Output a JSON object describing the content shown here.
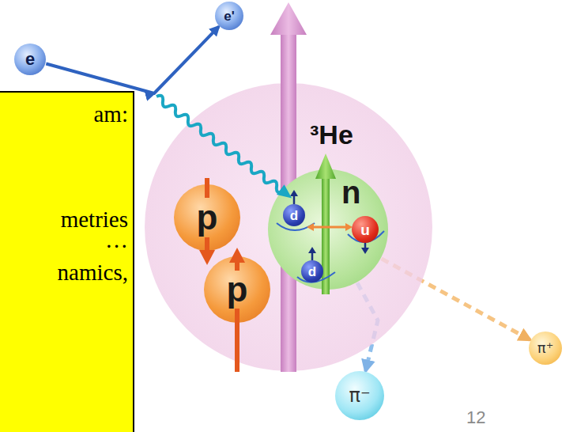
{
  "diagram": {
    "nodes": [
      {
        "text": [
          "am:",
          "metries",
          "…",
          "namics,"
        ]
      },
      {
        "text": [
          "e"
        ]
      },
      {
        "text": [
          "e'"
        ]
      },
      {
        "text": [
          "³He"
        ]
      },
      {
        "text": [
          "p"
        ],
        "in": 3
      },
      {
        "text": [
          "p"
        ],
        "in": 3
      },
      {
        "text": [
          "n"
        ],
        "in": 3
      },
      {
        "text": [
          "d"
        ],
        "in": 6
      },
      {
        "text": [
          "u"
        ],
        "in": 6
      },
      {
        "text": [
          "d"
        ],
        "in": 6
      },
      {
        "text": [
          "π⁺"
        ]
      },
      {
        "text": [
          "π⁻"
        ]
      }
    ],
    "edges": [
      {
        "from": 1,
        "to": 2,
        "arrow": "to"
      },
      {
        "from": 6,
        "to": 10,
        "arrow": "to"
      },
      {
        "from": 6,
        "to": 11,
        "arrow": "to"
      }
    ],
    "labels": [
      "12"
    ]
  }
}
